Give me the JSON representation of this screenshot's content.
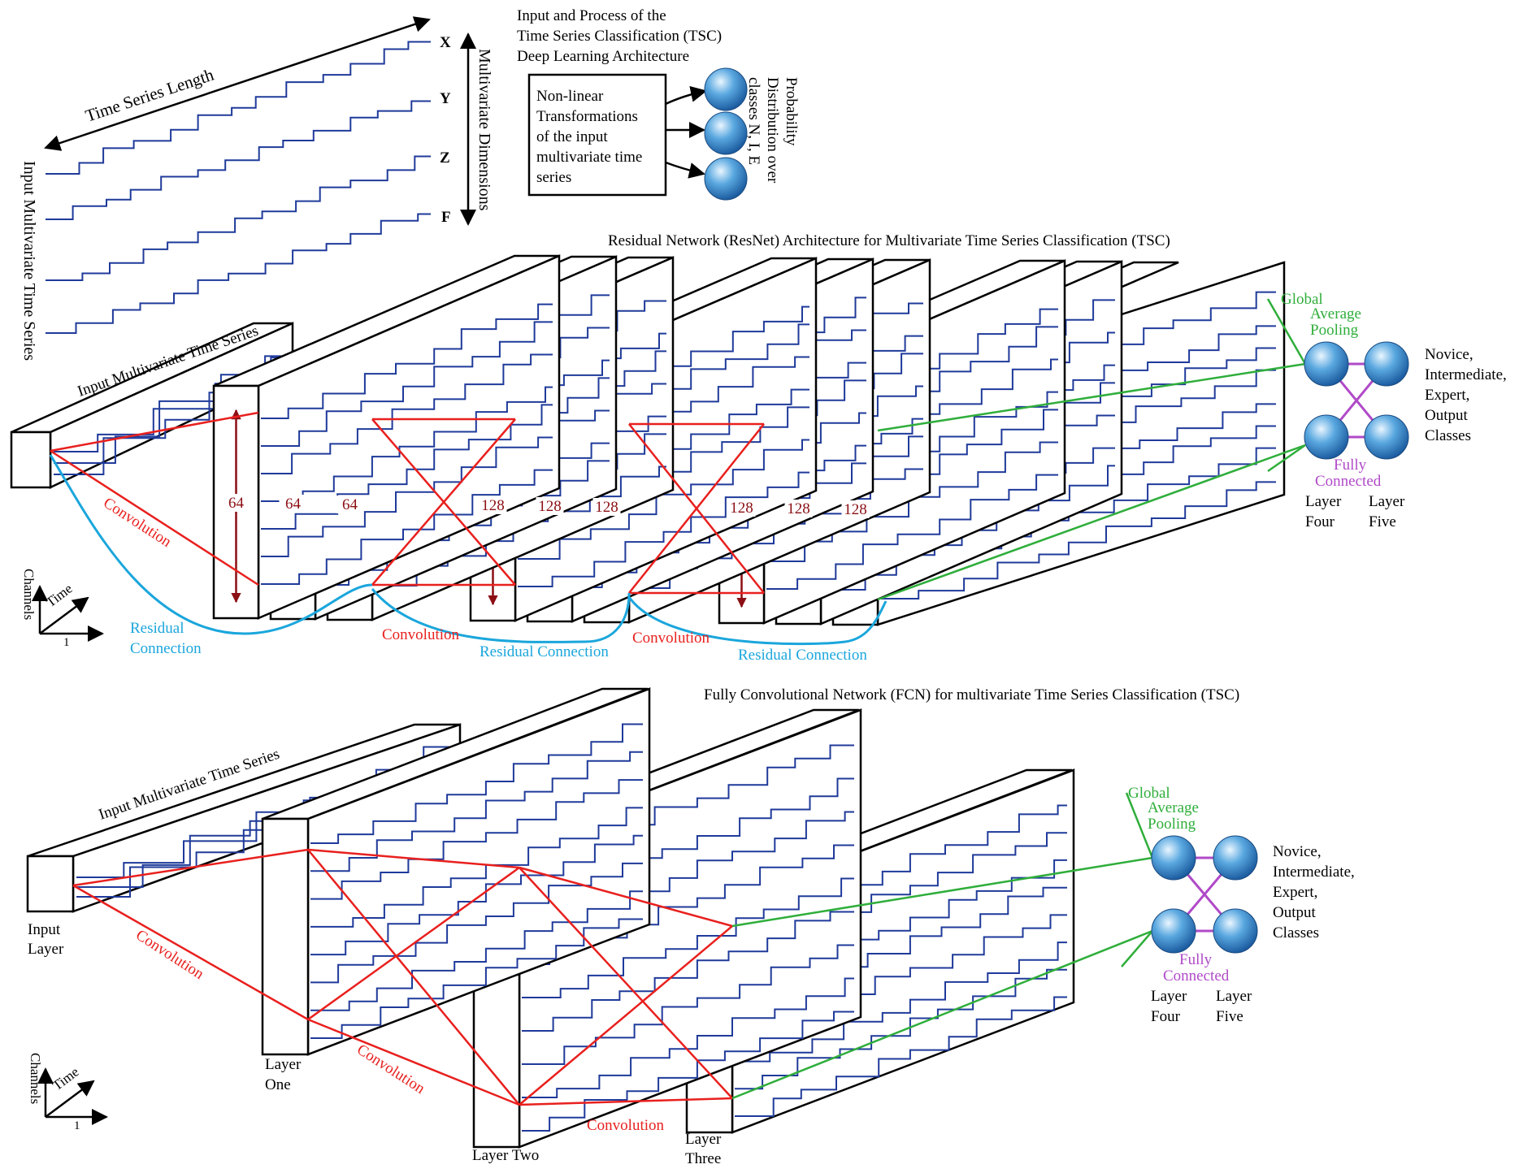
{
  "top": {
    "title": [
      "Input and Process of the",
      "Time Series Classification (TSC)",
      "Deep Learning Architecture"
    ],
    "time_series_length": "Time Series Length",
    "input_mts": "Input Multivariate Time Series",
    "multivariate_dimensions": "Multivariate Dimensions",
    "channels": [
      "X",
      "Y",
      "Z",
      "F"
    ],
    "box_text": [
      "Non-linear",
      "Transformations",
      "of the input",
      "multivariate time",
      "series"
    ],
    "probability": [
      "Probability",
      "Distribution over",
      "classes N, I, E"
    ]
  },
  "resnet": {
    "title": "Residual Network (ResNet) Architecture for Multivariate Time Series Classification (TSC)",
    "input_label": "Input Multivariate Time Series",
    "filters": [
      "64",
      "64",
      "64",
      "128",
      "128",
      "128",
      "128",
      "128",
      "128"
    ],
    "convolution": "Convolution",
    "residual": [
      "Residual",
      "Connection"
    ],
    "residual_connection": "Residual Connection",
    "gap": [
      "Global",
      "Average",
      "Pooling"
    ],
    "fc": [
      "Fully",
      "Connected"
    ],
    "layer_four": [
      "Layer",
      "Four"
    ],
    "layer_five": [
      "Layer",
      "Five"
    ],
    "classes": [
      "Novice,",
      "Intermediate,",
      "Expert,",
      "Output",
      "Classes"
    ],
    "axis_channels": "Channels",
    "axis_time": "Time",
    "axis_one": "1"
  },
  "fcn": {
    "title": "Fully Convolutional Network (FCN) for multivariate Time Series Classification (TSC)",
    "input_label": "Input Multivariate Time Series",
    "input_layer": [
      "Input",
      "Layer"
    ],
    "layer_one": [
      "Layer",
      "One"
    ],
    "layer_two": "Layer  Two",
    "layer_three": [
      "Layer",
      "Three"
    ],
    "convolution": "Convolution",
    "gap": [
      "Global",
      "Average",
      "Pooling"
    ],
    "fc": [
      "Fully",
      "Connected"
    ],
    "layer_four": [
      "Layer",
      "Four"
    ],
    "layer_five": [
      "Layer",
      "Five"
    ],
    "classes": [
      "Novice,",
      "Intermediate,",
      "Expert,",
      "Output",
      "Classes"
    ],
    "axis_channels": "Channels",
    "axis_time": "Time",
    "axis_one": "1"
  },
  "colors": {
    "convolution": "#e8201e",
    "residual": "#1ba6dc",
    "pooling": "#2fae3b",
    "fully_connected": "#b04ac8",
    "filter_arrow": "#8b0f14",
    "series": "#1f3a9a"
  }
}
